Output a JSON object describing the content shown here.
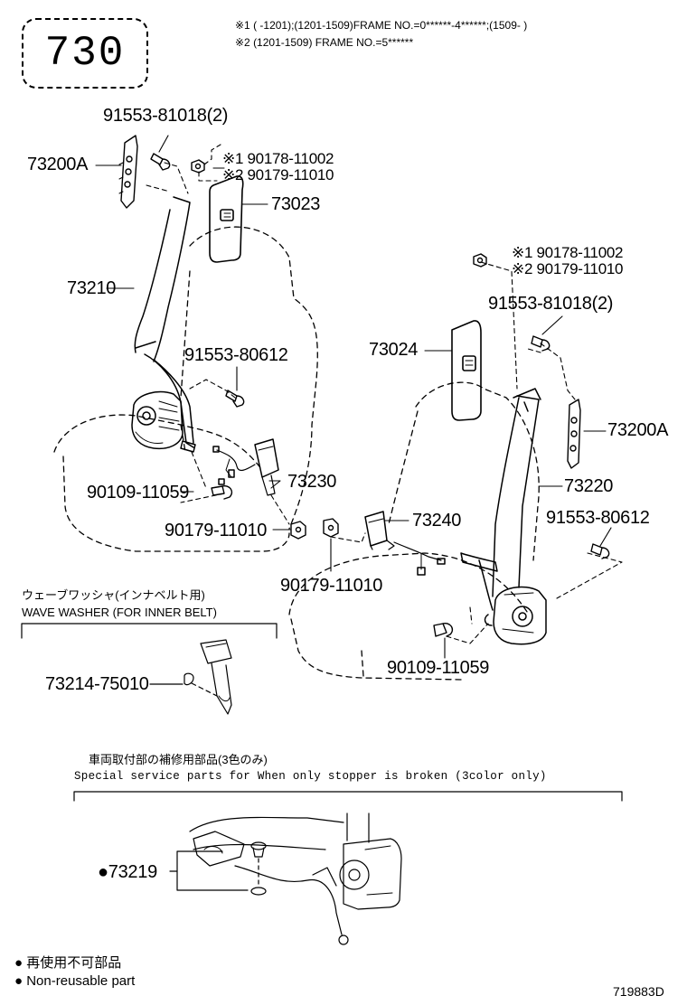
{
  "header": {
    "section_code": "730",
    "note1": "※1 (      -1201);(1201-1509)FRAME NO.=0******-4******;(1509-      )",
    "note2": "※2 (1201-1509) FRAME NO.=5******"
  },
  "parts": {
    "p1": "91553-81018(2)",
    "p2": "73200A",
    "p3a": "※1 90178-11002",
    "p3b": "※2 90179-11010",
    "p4": "73023",
    "p5": "73210",
    "p6": "91553-80612",
    "p7": "73230",
    "p8": "90109-11059",
    "p9": "90179-11010",
    "p10a": "※1 90178-11002",
    "p10b": "※2 90179-11010",
    "p11": "91553-81018(2)",
    "p12": "73024",
    "p13": "73200A",
    "p14": "73220",
    "p15": "91553-80612",
    "p16": "73240",
    "p17": "90179-11010",
    "p18": "90109-11059"
  },
  "wave_washer": {
    "label_jp": "ウェーブワッシャ(インナベルト用)",
    "label_en": "WAVE WASHER (FOR INNER BELT)",
    "part": "73214-75010"
  },
  "service_parts": {
    "label_jp": "車両取付部の補修用部品(3色のみ)",
    "label_en": "Special  service  parts  for  When  only  stopper  is  broken  (3color  only)",
    "part": "●73219"
  },
  "legend": {
    "jp": "● 再使用不可部品",
    "en": "● Non-reusable part"
  },
  "diagram_ref": "719883D"
}
